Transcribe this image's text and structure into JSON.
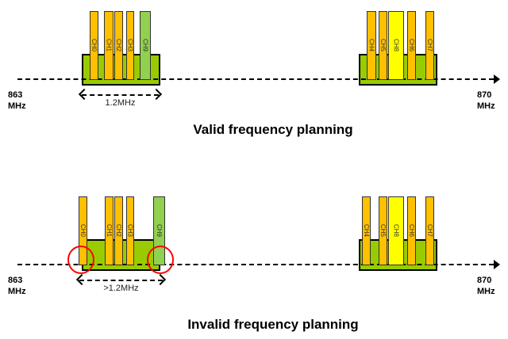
{
  "colors": {
    "channel": "#ffc000",
    "wide_channel": "#ffff00",
    "ch9": "#92d050",
    "box": "#99cc00",
    "highlight": "#ff0000"
  },
  "diagrams": [
    {
      "title": "Valid frequency planning",
      "span_label": "1.2MHz",
      "freq_start": {
        "value": "863",
        "unit": "MHz"
      },
      "freq_end": {
        "value": "870",
        "unit": "MHz"
      },
      "channels": [
        "CH0",
        "CH1",
        "CH2",
        "CH3",
        "CH9",
        "CH4",
        "CH5",
        "CH8",
        "CH6",
        "CH7"
      ]
    },
    {
      "title": "Invalid frequency planning",
      "span_label": ">1.2MHz",
      "freq_start": {
        "value": "863",
        "unit": "MHz"
      },
      "freq_end": {
        "value": "870",
        "unit": "MHz"
      },
      "channels": [
        "CH0",
        "CH1",
        "CH2",
        "CH3",
        "CH9",
        "CH4",
        "CH5",
        "CH8",
        "CH6",
        "CH7"
      ]
    }
  ]
}
